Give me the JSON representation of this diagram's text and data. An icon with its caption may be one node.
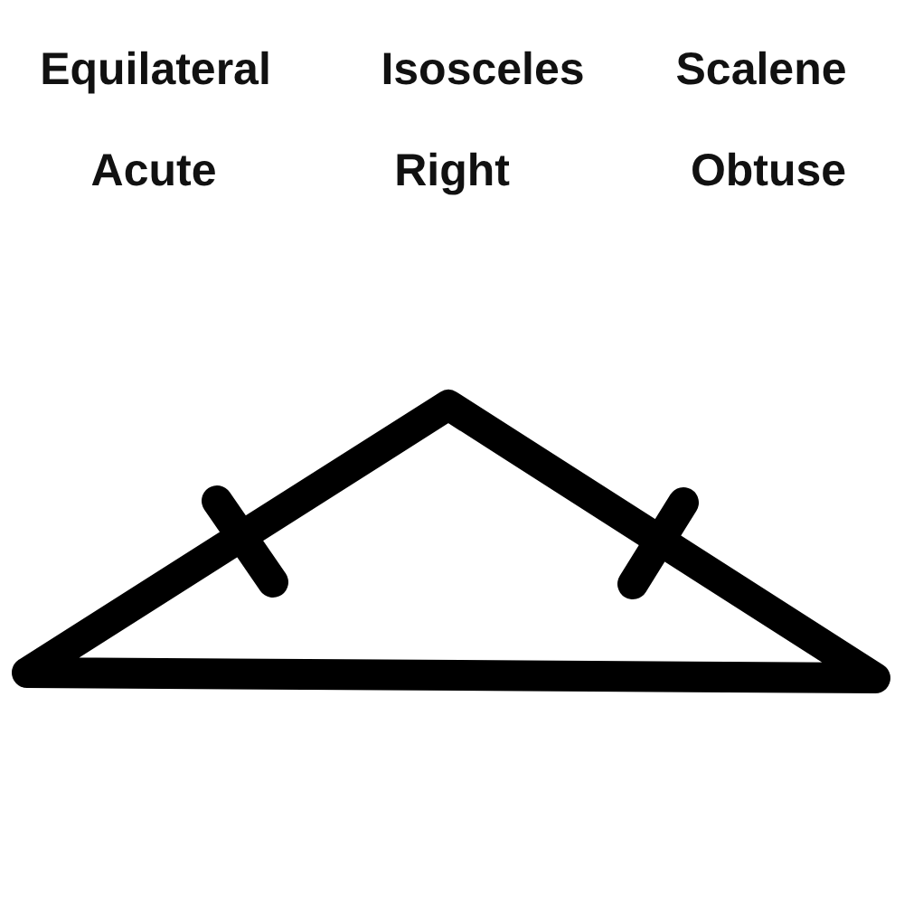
{
  "diagram": {
    "labels": [
      "Equilateral",
      "Isosceles",
      "Scalene",
      "Acute",
      "Right",
      "Obtuse"
    ]
  }
}
